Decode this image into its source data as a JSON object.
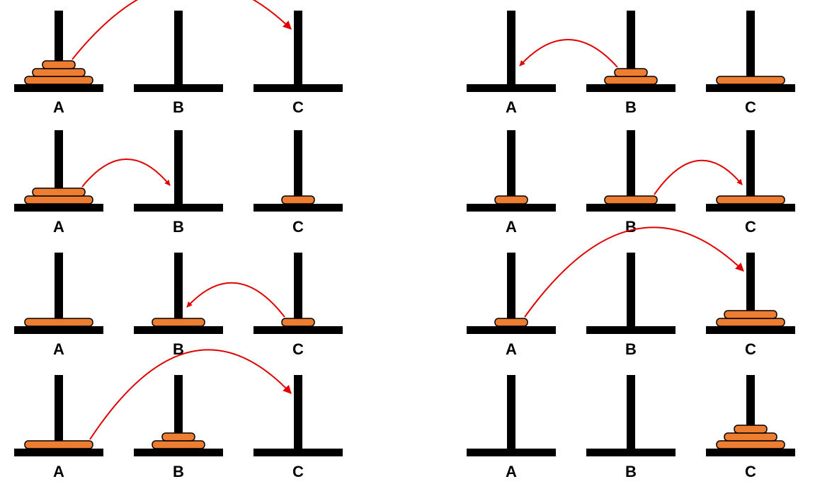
{
  "colors": {
    "background": "#ffffff",
    "peg": "#000000",
    "disk_fill": "#ed7d31",
    "disk_stroke": "#000000",
    "arrow": "#e00000",
    "label": "#000000"
  },
  "diagram": {
    "peg_labels": [
      "A",
      "B",
      "C"
    ],
    "disk_count": 3,
    "states": [
      {
        "pegs": {
          "A": [
            3,
            2,
            1
          ],
          "B": [],
          "C": []
        },
        "move": {
          "from": "A",
          "to": "C"
        }
      },
      {
        "pegs": {
          "A": [
            3,
            2
          ],
          "B": [],
          "C": [
            1
          ]
        },
        "move": {
          "from": "A",
          "to": "B"
        }
      },
      {
        "pegs": {
          "A": [
            3
          ],
          "B": [
            2
          ],
          "C": [
            1
          ]
        },
        "move": {
          "from": "C",
          "to": "B"
        }
      },
      {
        "pegs": {
          "A": [
            3
          ],
          "B": [
            2,
            1
          ],
          "C": []
        },
        "move": {
          "from": "A",
          "to": "C"
        }
      },
      {
        "pegs": {
          "A": [],
          "B": [
            2,
            1
          ],
          "C": [
            3
          ]
        },
        "move": {
          "from": "B",
          "to": "A"
        }
      },
      {
        "pegs": {
          "A": [
            1
          ],
          "B": [
            2
          ],
          "C": [
            3
          ]
        },
        "move": {
          "from": "B",
          "to": "C"
        }
      },
      {
        "pegs": {
          "A": [
            1
          ],
          "B": [],
          "C": [
            3,
            2
          ]
        },
        "move": {
          "from": "A",
          "to": "C"
        }
      },
      {
        "pegs": {
          "A": [],
          "B": [],
          "C": [
            3,
            2,
            1
          ]
        },
        "move": null
      }
    ]
  }
}
